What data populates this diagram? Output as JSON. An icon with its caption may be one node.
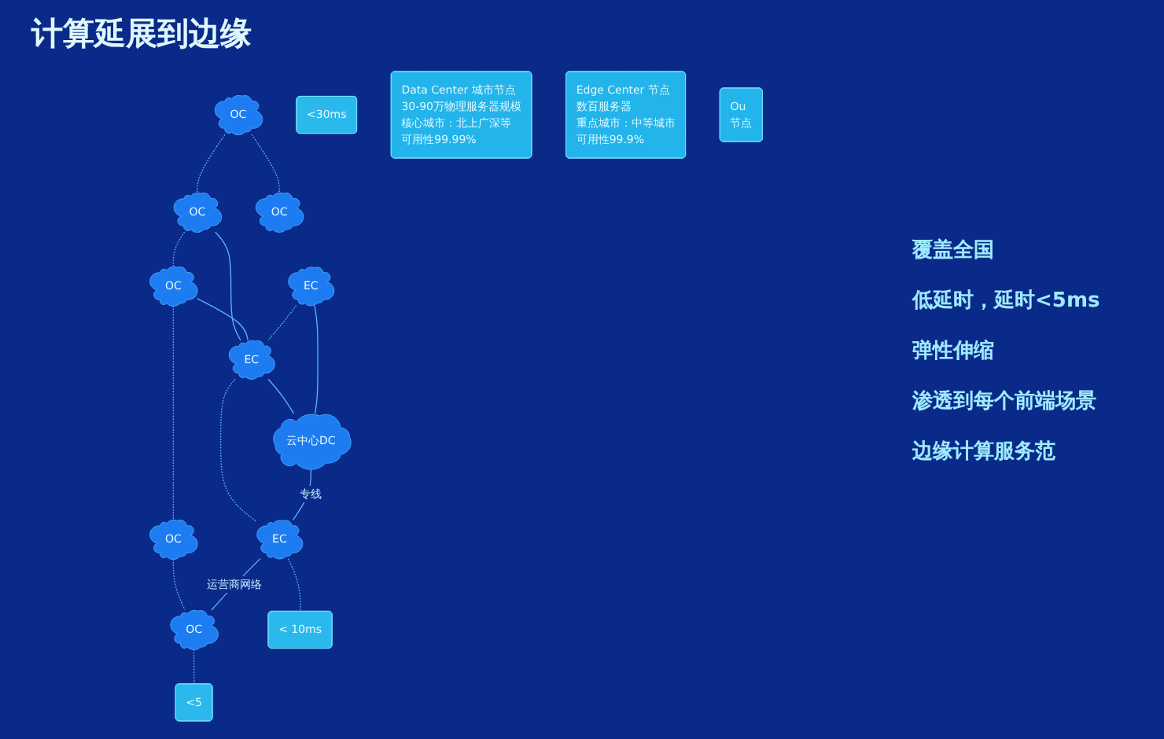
{
  "diagram": {
    "title": "计算延展到边缘",
    "nodes": [
      {
        "text": [
          "OC"
        ]
      },
      {
        "text": [
          "OC"
        ]
      },
      {
        "text": [
          "OC"
        ]
      },
      {
        "text": [
          "EC"
        ]
      },
      {
        "text": [
          "OC"
        ]
      },
      {
        "text": [
          "EC"
        ]
      },
      {
        "text": [
          "云中心DC"
        ]
      },
      {
        "text": [
          "EC"
        ]
      },
      {
        "text": [
          "OC"
        ]
      },
      {
        "text": [
          "OC"
        ]
      },
      {
        "text": [
          "<30ms"
        ]
      },
      {
        "text": [
          "< 10ms"
        ]
      },
      {
        "text": [
          "<5"
        ]
      },
      {
        "text": [
          "Data Center 城市节点",
          "30-90万物理服务器规模",
          "核心城市：北上广深等",
          "可用性99.99%"
        ]
      },
      {
        "text": [
          "Edge Center 节点",
          "数百服务器",
          "重点城市：中等城市",
          "可用性99.9%"
        ]
      },
      {
        "text": [
          "Ou",
          "节点"
        ]
      }
    ],
    "edges": [
      {
        "from": 0,
        "to": 1,
        "arrow": "none",
        "style": "dashed"
      },
      {
        "from": 2,
        "to": 0,
        "arrow": "none",
        "style": "dashed"
      },
      {
        "from": 1,
        "to": 4,
        "arrow": "none",
        "style": "dashed"
      },
      {
        "from": 4,
        "to": 8,
        "arrow": "none",
        "style": "dashed"
      },
      {
        "from": 2,
        "to": 9,
        "arrow": "none",
        "style": "dashed"
      },
      {
        "from": 0,
        "to": 3,
        "arrow": "none"
      },
      {
        "from": 1,
        "to": 3,
        "arrow": "none"
      },
      {
        "from": 5,
        "to": 3,
        "arrow": "none",
        "style": "dashed"
      },
      {
        "from": 3,
        "to": 7,
        "arrow": "none",
        "style": "dashed"
      },
      {
        "from": 3,
        "to": 6,
        "arrow": "none"
      },
      {
        "from": 5,
        "to": 6,
        "arrow": "none"
      },
      {
        "from": 6,
        "to": 7,
        "arrow": "none",
        "label": "专线"
      },
      {
        "from": 7,
        "to": 8,
        "arrow": "none",
        "label": "运营商网络"
      },
      {
        "from": 7,
        "to": 11,
        "arrow": "none",
        "style": "dashed"
      },
      {
        "from": 8,
        "to": 12,
        "arrow": "none",
        "style": "dashed"
      }
    ],
    "labels": [
      "覆盖全国",
      "低延时，延时<5ms",
      "弹性伸缩",
      "渗透到每个前端场景",
      "边缘计算服务范"
    ]
  }
}
